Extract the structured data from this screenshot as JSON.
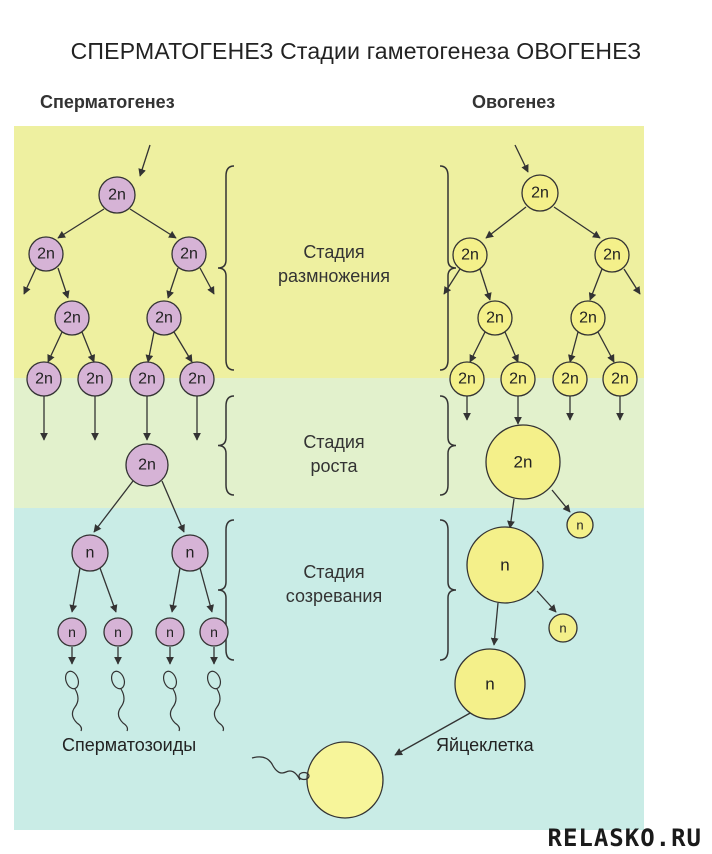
{
  "title": "СПЕРМАТОГЕНЕЗ Стадии гаметогенеза ОВОГЕНЕЗ",
  "headers": {
    "left": "Сперматогенез",
    "right": "Овогенез"
  },
  "stages": {
    "multiplication": [
      "Стадия",
      "размножения"
    ],
    "growth": [
      "Стадия",
      "роста"
    ],
    "maturation": [
      "Стадия",
      "созревания"
    ]
  },
  "labels": {
    "diploid": "2n",
    "haploid": "n",
    "sperm": "Сперматозоиды",
    "egg": "Яйцеклетка"
  },
  "watermark": "RELASKO.RU",
  "colors": {
    "band_multiplication": "#eef0a0",
    "band_growth": "#e2f1cc",
    "band_maturation": "#c9ece6",
    "male_cell": "#d6b3d6",
    "female_cell": "#f4f08a",
    "egg_cell": "#f7f59a"
  }
}
